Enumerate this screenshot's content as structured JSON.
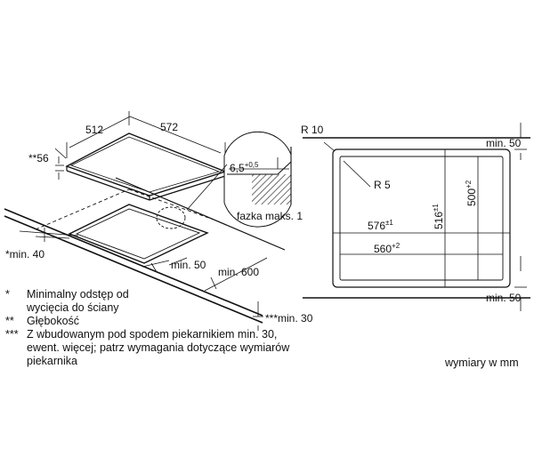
{
  "left_diagram": {
    "dim_width": "512",
    "dim_depth": "572",
    "dim_thickness": "**56",
    "chamfer_value": "6,5",
    "chamfer_tolerance": "+0,5",
    "chamfer_label": "fazka maks. 1",
    "min_side": "*min. 40",
    "min_front": "min. 50",
    "min_depth": "min. 600",
    "min_bottom": "***min. 30"
  },
  "right_diagram": {
    "outer_radius": "R 10",
    "inner_radius": "R 5",
    "min_top": "min. 50",
    "min_bottom": "min. 50",
    "width_outer": "576",
    "width_outer_tol": "±1",
    "width_inner": "560",
    "width_inner_tol": "+2",
    "height_outer": "516",
    "height_outer_tol": "±1",
    "height_inner": "500",
    "height_inner_tol": "+2"
  },
  "notes": [
    {
      "mark": "*",
      "text": "Minimalny odstęp od"
    },
    {
      "mark": "",
      "text": "wycięcia do ściany"
    },
    {
      "mark": "**",
      "text": "Głębokość"
    },
    {
      "mark": "***",
      "text": "Z wbudowanym pod spodem piekarnikiem min. 30,"
    },
    {
      "mark": "",
      "text": "ewent. więcej; patrz wymagania dotyczące wymiarów"
    },
    {
      "mark": "",
      "text": "piekarnika"
    }
  ],
  "units_note": "wymiary w mm"
}
